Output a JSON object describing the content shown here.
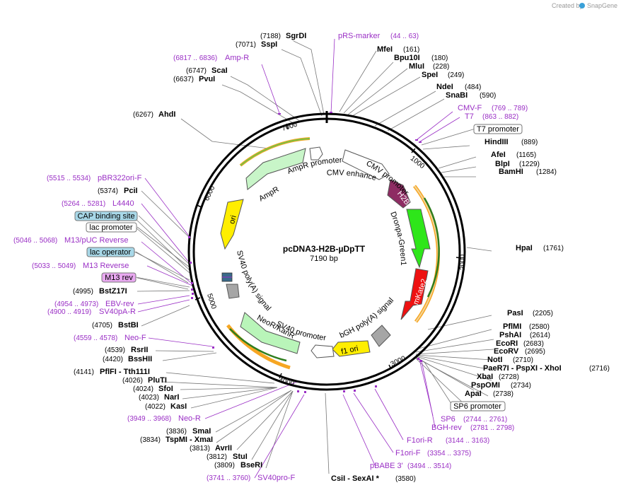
{
  "plasmid": {
    "name": "pcDNA3-H2B-µDpTT",
    "size_label": "7190 bp",
    "length": 7190
  },
  "credit": {
    "prefix": "Created by",
    "brand": "SnapGene"
  },
  "ticks": [
    "1000",
    "2000",
    "3000",
    "4000",
    "5000",
    "6000",
    "7000"
  ],
  "features": [
    {
      "label": "CMV enhancer",
      "color": "#ffffff"
    },
    {
      "label": "CMV promoter",
      "color": "#ffffff"
    },
    {
      "label": "H2B",
      "color": "#8e2c63"
    },
    {
      "label": "Dronpa-Green1",
      "color": "#2ee61a"
    },
    {
      "label": "mKate2",
      "color": "#ee1111"
    },
    {
      "label": "bGH poly(A) signal",
      "color": "#a6a6a6"
    },
    {
      "label": "f1 ori",
      "color": "#ffee00"
    },
    {
      "label": "SV40 promoter",
      "color": "#ffffff"
    },
    {
      "label": "NeoR/KanR",
      "color": "#b9f5b9"
    },
    {
      "label": "SV40 poly(A) signal",
      "color": "#a6a6a6"
    },
    {
      "label": "ori",
      "color": "#ffee00"
    },
    {
      "label": "AmpR",
      "color": "#c8f5c8"
    },
    {
      "label": "AmpR promoter",
      "color": "#ffffff"
    }
  ],
  "enzymes": [
    {
      "name": "SgrDI",
      "pos": "(7188)"
    },
    {
      "name": "SspI",
      "pos": "(7071)"
    },
    {
      "name": "ScaI",
      "pos": "(6747)"
    },
    {
      "name": "PvuI",
      "pos": "(6637)"
    },
    {
      "name": "AhdI",
      "pos": "(6267)"
    },
    {
      "name": "MfeI",
      "pos": "(161)"
    },
    {
      "name": "Bpu10I",
      "pos": "(180)"
    },
    {
      "name": "MluI",
      "pos": "(228)"
    },
    {
      "name": "SpeI",
      "pos": "(249)"
    },
    {
      "name": "NdeI",
      "pos": "(484)"
    },
    {
      "name": "SnaBI",
      "pos": "(590)"
    },
    {
      "name": "HindIII",
      "pos": "(889)"
    },
    {
      "name": "AfeI",
      "pos": "(1165)"
    },
    {
      "name": "BlpI",
      "pos": "(1229)"
    },
    {
      "name": "BamHI",
      "pos": "(1284)"
    },
    {
      "name": "HpaI",
      "pos": "(1761)"
    },
    {
      "name": "PasI",
      "pos": "(2205)"
    },
    {
      "name": "PflMI",
      "pos": "(2580)"
    },
    {
      "name": "PshAI",
      "pos": "(2614)"
    },
    {
      "name": "EcoRI",
      "pos": "(2683)"
    },
    {
      "name": "EcoRV",
      "pos": "(2695)"
    },
    {
      "name": "NotI",
      "pos": "(2710)"
    },
    {
      "name": "PaeR7I - PspXI - XhoI",
      "pos": "(2716)"
    },
    {
      "name": "XbaI",
      "pos": "(2728)"
    },
    {
      "name": "PspOMI",
      "pos": "(2734)"
    },
    {
      "name": "ApaI",
      "pos": "(2738)"
    },
    {
      "name": "PciI",
      "pos": "(5374)"
    },
    {
      "name": "BstZ17I",
      "pos": "(4995)"
    },
    {
      "name": "BstBI",
      "pos": "(4705)"
    },
    {
      "name": "RsrII",
      "pos": "(4539)"
    },
    {
      "name": "BssHII",
      "pos": "(4420)"
    },
    {
      "name": "PflFI - Tth111I",
      "pos": "(4141)"
    },
    {
      "name": "PluTI",
      "pos": "(4026)"
    },
    {
      "name": "SfoI",
      "pos": "(4024)"
    },
    {
      "name": "NarI",
      "pos": "(4023)"
    },
    {
      "name": "KasI",
      "pos": "(4022)"
    },
    {
      "name": "SmaI",
      "pos": "(3836)"
    },
    {
      "name": "TspMI - XmaI",
      "pos": "(3834)"
    },
    {
      "name": "AvrII",
      "pos": "(3813)"
    },
    {
      "name": "StuI",
      "pos": "(3812)"
    },
    {
      "name": "BseRI",
      "pos": "(3809)"
    },
    {
      "name": "CsiI - SexAI *",
      "pos": "(3580)"
    }
  ],
  "primers": [
    {
      "name": "pRS-marker",
      "pos": "(44 .. 63)"
    },
    {
      "name": "Amp-R",
      "pos": "(6817 .. 6836)"
    },
    {
      "name": "CMV-F",
      "pos": "(769 .. 789)"
    },
    {
      "name": "T7",
      "pos": "(863 .. 882)"
    },
    {
      "name": "pBR322ori-F",
      "pos": "(5515 .. 5534)"
    },
    {
      "name": "L4440",
      "pos": "(5264 .. 5281)"
    },
    {
      "name": "M13/pUC Reverse",
      "pos": "(5046 .. 5068)"
    },
    {
      "name": "M13 Reverse",
      "pos": "(5033 .. 5049)"
    },
    {
      "name": "EBV-rev",
      "pos": "(4954 .. 4973)"
    },
    {
      "name": "SV40pA-R",
      "pos": "(4900 .. 4919)"
    },
    {
      "name": "Neo-F",
      "pos": "(4559 .. 4578)"
    },
    {
      "name": "Neo-R",
      "pos": "(3949 .. 3968)"
    },
    {
      "name": "SV40pro-F",
      "pos": "(3741 .. 3760)"
    },
    {
      "name": "pBABE 3'",
      "pos": "(3494 .. 3514)"
    },
    {
      "name": "F1ori-F",
      "pos": "(3354 .. 3375)"
    },
    {
      "name": "F1ori-R",
      "pos": "(3144 .. 3163)"
    },
    {
      "name": "SP6",
      "pos": "(2744 .. 2761)"
    },
    {
      "name": "BGH-rev",
      "pos": "(2781 .. 2798)"
    }
  ],
  "boxed_labels": [
    {
      "name": "T7 promoter",
      "fill": "#ffffff"
    },
    {
      "name": "SP6 promoter",
      "fill": "#ffffff"
    },
    {
      "name": "CAP binding site",
      "fill": "#a8d8e8"
    },
    {
      "name": "lac promoter",
      "fill": "#ffffff"
    },
    {
      "name": "lac operator",
      "fill": "#a8d8e8"
    },
    {
      "name": "M13 rev",
      "fill": "#e8a8f0"
    }
  ]
}
